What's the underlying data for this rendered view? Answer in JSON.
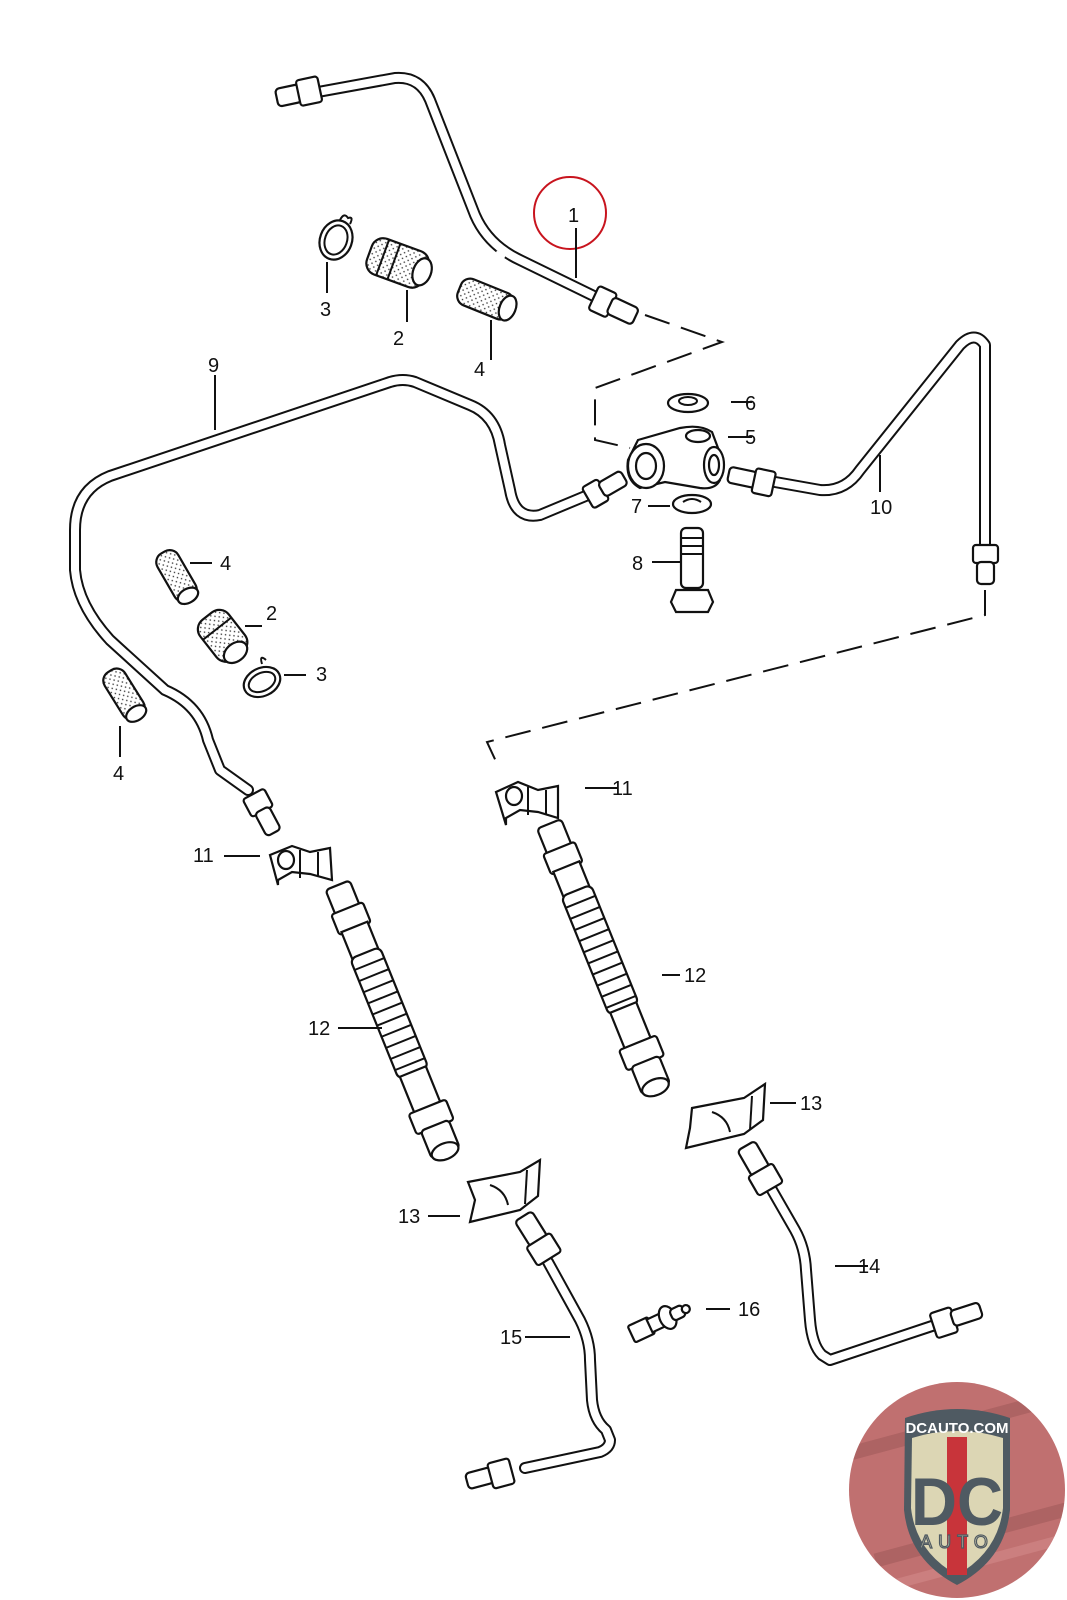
{
  "diagram": {
    "title": "Brake line assembly parts diagram",
    "highlight_color": "#c8141e",
    "highlighted_part": "1",
    "callouts": [
      {
        "id": "c1",
        "label": "1",
        "highlighted": true
      },
      {
        "id": "c2a",
        "label": "2"
      },
      {
        "id": "c3a",
        "label": "3"
      },
      {
        "id": "c4a",
        "label": "4"
      },
      {
        "id": "c5",
        "label": "5"
      },
      {
        "id": "c6",
        "label": "6"
      },
      {
        "id": "c7",
        "label": "7"
      },
      {
        "id": "c8",
        "label": "8"
      },
      {
        "id": "c9",
        "label": "9"
      },
      {
        "id": "c10",
        "label": "10"
      },
      {
        "id": "c4b",
        "label": "4"
      },
      {
        "id": "c2b",
        "label": "2"
      },
      {
        "id": "c3b",
        "label": "3"
      },
      {
        "id": "c4c",
        "label": "4"
      },
      {
        "id": "c11a",
        "label": "11"
      },
      {
        "id": "c11b",
        "label": "11"
      },
      {
        "id": "c12a",
        "label": "12"
      },
      {
        "id": "c12b",
        "label": "12"
      },
      {
        "id": "c13a",
        "label": "13"
      },
      {
        "id": "c13b",
        "label": "13"
      },
      {
        "id": "c14",
        "label": "14"
      },
      {
        "id": "c15",
        "label": "15"
      },
      {
        "id": "c16",
        "label": "16"
      }
    ]
  },
  "watermark": {
    "site": "DCAUTO.COM",
    "monogram": "DC",
    "subtitle": "AUTO",
    "colors": {
      "red": "#c8343a",
      "slate": "#4f5a62",
      "cream": "#dcd6b4",
      "bg": "#c07070"
    }
  }
}
